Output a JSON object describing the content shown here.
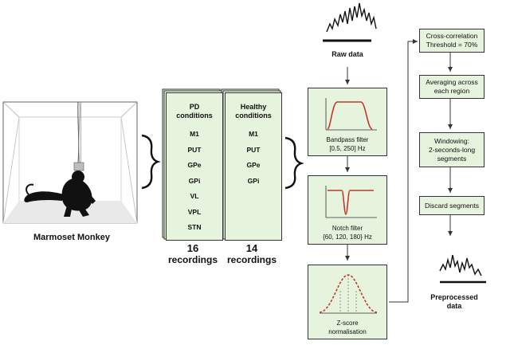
{
  "monkey": {
    "label": "Marmoset Monkey"
  },
  "pd": {
    "title_line1": "PD",
    "title_line2": "conditions",
    "regions": [
      "M1",
      "PUT",
      "GPe",
      "GPi",
      "VL",
      "VPL",
      "STN"
    ],
    "count": "16",
    "count_label": "recordings"
  },
  "healthy": {
    "title_line1": "Healthy",
    "title_line2": "conditions",
    "regions": [
      "M1",
      "PUT",
      "GPe",
      "GPi"
    ],
    "count": "14",
    "count_label": "recordings"
  },
  "raw": {
    "label": "Raw data"
  },
  "bandpass": {
    "line1": "Bandpass filter",
    "line2": "[0.5, 250] Hz"
  },
  "notch": {
    "line1": "Notch filter",
    "line2": "{60, 120, 180} Hz"
  },
  "zscore": {
    "line1": "Z-score",
    "line2": "normalisation"
  },
  "xcorr": {
    "line1": "Cross-correlation",
    "line2": "Threshold = 70%"
  },
  "averaging": {
    "line1": "Averaging across",
    "line2": "each region"
  },
  "windowing": {
    "line1": "Windowing:",
    "line2": "2-seconds-long",
    "line3": "segments"
  },
  "discard": {
    "label": "Discard segments"
  },
  "preprocessed": {
    "line1": "Preprocessed",
    "line2": "data"
  },
  "colors": {
    "box_fill": "#e6f3dd",
    "curve": "#c0392b"
  }
}
